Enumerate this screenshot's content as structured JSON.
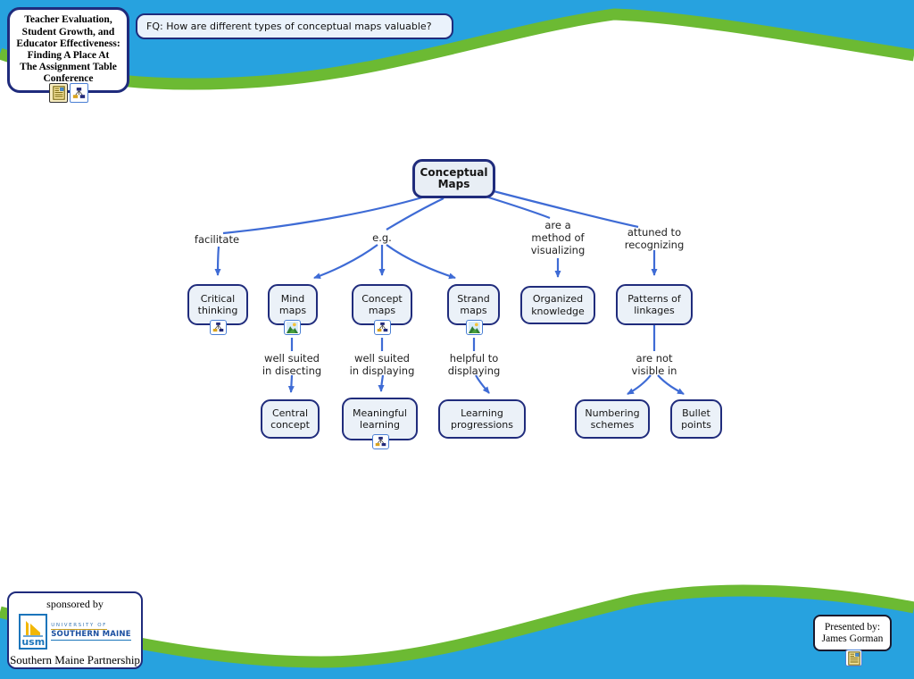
{
  "palette": {
    "bg_blue": "#27a2df",
    "wave_green": "#6cba33",
    "node_fill": "#ebf1f8",
    "node_border": "#202c7c",
    "link_blue": "#3e6bd5"
  },
  "title_card": {
    "text": "Teacher Evaluation,\nStudent Growth, and\nEducator Effectiveness:\nFinding A Place At\nThe Assignment Table\nConference",
    "icons": [
      "document-resource-icon",
      "concept-map-resource-icon"
    ]
  },
  "focus_question": {
    "text": "FQ: How are different types of conceptual maps valuable?"
  },
  "map": {
    "root": {
      "label": "Conceptual\nMaps"
    },
    "concepts": [
      {
        "label": "Critical\nthinking",
        "icon": "concept-map-resource-icon"
      },
      {
        "label": "Mind\nmaps",
        "icon": "image-resource-icon"
      },
      {
        "label": "Concept\nmaps",
        "icon": "concept-map-resource-icon"
      },
      {
        "label": "Strand\nmaps",
        "icon": "image-resource-icon"
      },
      {
        "label": "Organized\nknowledge",
        "icon": null
      },
      {
        "label": "Patterns of\nlinkages",
        "icon": null
      },
      {
        "label": "Central\nconcept",
        "icon": null
      },
      {
        "label": "Meaningful\nlearning",
        "icon": "concept-map-resource-icon"
      },
      {
        "label": "Learning\nprogressions",
        "icon": null
      },
      {
        "label": "Numbering\nschemes",
        "icon": null
      },
      {
        "label": "Bullet\npoints",
        "icon": null
      }
    ],
    "linking_phrases": [
      {
        "text": "facilitate"
      },
      {
        "text": "e.g."
      },
      {
        "text": "are a\nmethod of\nvisualizing"
      },
      {
        "text": "attuned to\nrecognizing"
      },
      {
        "text": "well suited\nin disecting"
      },
      {
        "text": "well suited\nin displaying"
      },
      {
        "text": "helpful to\ndisplaying"
      },
      {
        "text": "are not\nvisible in"
      }
    ]
  },
  "sponsor_card": {
    "sponsored_by": "sponsored by",
    "logo_acronym": "usm",
    "logo_line1": "UNIVERSITY OF",
    "logo_line2": "SOUTHERN MAINE",
    "partnership": "Southern Maine Partnership"
  },
  "presenter_card": {
    "text": "Presented by:\nJames Gorman",
    "icon": "document-resource-icon"
  }
}
